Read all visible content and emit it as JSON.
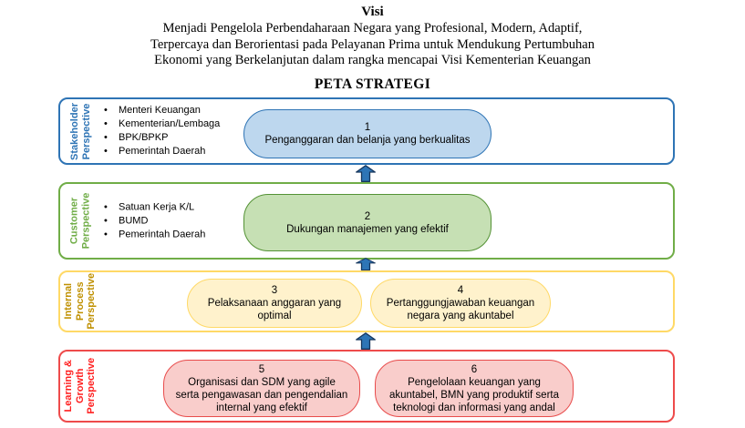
{
  "header": {
    "visi_title": "Visi",
    "visi_lines": [
      "Menjadi Pengelola Perbendaharaan Negara yang Profesional, Modern, Adaptif,",
      "Terpercaya dan Berorientasi pada Pelayanan Prima untuk Mendukung Pertumbuhan",
      "Ekonomi yang Berkelanjutan dalam rangka mencapai Visi Kementerian Keuangan"
    ],
    "map_title": "PETA STRATEGI"
  },
  "perspectives": [
    {
      "label": "Stakeholder\nPerspective",
      "color": "#2E74B5",
      "bullets": [
        "Menteri Keuangan",
        "Kementerian/Lembaga",
        "BPK/BPKP",
        "Pemerintah Daerah"
      ],
      "boxes": [
        {
          "number": "1",
          "text": "Penganggaran dan belanja yang berkualitas"
        }
      ]
    },
    {
      "label": "Customer\nPerspective",
      "color": "#70AD47",
      "bullets": [
        "Satuan Kerja K/L",
        "BUMD",
        "Pemerintah Daerah"
      ],
      "boxes": [
        {
          "number": "2",
          "text": "Dukungan manajemen yang efektif"
        }
      ]
    },
    {
      "label": "Internal\nProcess\nPerspective",
      "color": "#BF9000",
      "bullets": [],
      "boxes": [
        {
          "number": "3",
          "text": "Pelaksanaan anggaran yang optimal"
        },
        {
          "number": "4",
          "text": "Pertanggungjawaban keuangan negara yang akuntabel"
        }
      ]
    },
    {
      "label": "Learning &\nGrowth\nPerspective",
      "color": "#FF2020",
      "bullets": [],
      "boxes": [
        {
          "number": "5",
          "text": "Organisasi dan SDM yang agile serta pengawasan dan pengendalian internal yang efektif"
        },
        {
          "number": "6",
          "text": "Pengelolaan keuangan yang akuntabel, BMN yang produktif serta teknologi dan informasi yang andal"
        }
      ]
    }
  ],
  "icons": {
    "flow_arrow": "up-arrow"
  },
  "colors": {
    "stakeholder_border": "#2E74B5",
    "stakeholder_fill": "#BDD7EE",
    "customer_border": "#70AD47",
    "customer_fill": "#C6E0B4",
    "internal_border": "#FFD966",
    "internal_fill": "#FFF2CC",
    "learning_border": "#E84C4C",
    "learning_fill": "#F9CDCB",
    "arrow_fill": "#2E75B6",
    "arrow_outline": "#17375E"
  }
}
